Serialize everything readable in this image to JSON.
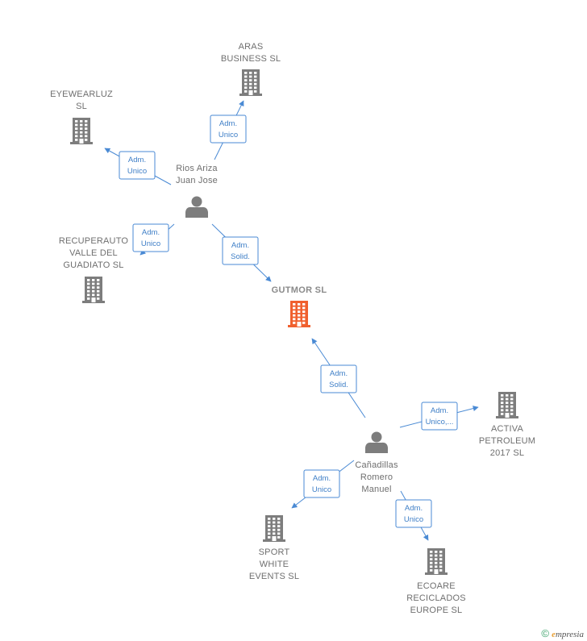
{
  "nodes": [
    {
      "id": "aras",
      "kind": "company",
      "label": [
        "ARAS",
        "BUSINESS  SL"
      ]
    },
    {
      "id": "eyewear",
      "kind": "company",
      "label": [
        "EYEWEARLUZ",
        "SL"
      ]
    },
    {
      "id": "rios",
      "kind": "person",
      "label": [
        "Rios Ariza",
        "Juan Jose"
      ]
    },
    {
      "id": "recuperauto",
      "kind": "company",
      "label": [
        "RECUPERAUTO",
        "VALLE DEL",
        "GUADIATO SL"
      ]
    },
    {
      "id": "gutmor",
      "kind": "company",
      "main": true,
      "label": [
        "GUTMOR  SL"
      ]
    },
    {
      "id": "canadillas",
      "kind": "person",
      "label": [
        "Cañadillas",
        "Romero",
        "Manuel"
      ]
    },
    {
      "id": "activa",
      "kind": "company",
      "label": [
        "ACTIVA",
        "PETROLEUM",
        "2017  SL"
      ]
    },
    {
      "id": "sport",
      "kind": "company",
      "label": [
        "SPORT",
        "WHITE",
        "EVENTS SL"
      ]
    },
    {
      "id": "ecoare",
      "kind": "company",
      "label": [
        "ECOARE",
        "RECICLADOS",
        "EUROPE  SL"
      ]
    }
  ],
  "edges": [
    {
      "from": "rios",
      "to": "aras",
      "label": [
        "Adm.",
        "Unico"
      ]
    },
    {
      "from": "rios",
      "to": "eyewear",
      "label": [
        "Adm.",
        "Unico"
      ]
    },
    {
      "from": "rios",
      "to": "recuperauto",
      "label": [
        "Adm.",
        "Unico"
      ]
    },
    {
      "from": "rios",
      "to": "gutmor",
      "label": [
        "Adm.",
        "Solid."
      ]
    },
    {
      "from": "canadillas",
      "to": "gutmor",
      "label": [
        "Adm.",
        "Solid."
      ]
    },
    {
      "from": "canadillas",
      "to": "activa",
      "label": [
        "Adm.",
        "Unico,..."
      ]
    },
    {
      "from": "canadillas",
      "to": "sport",
      "label": [
        "Adm.",
        "Unico"
      ]
    },
    {
      "from": "canadillas",
      "to": "ecoare",
      "label": [
        "Adm.",
        "Unico"
      ]
    }
  ],
  "colors": {
    "company": "#7d7d7d",
    "main_company": "#f0602e",
    "person": "#7d7d7d",
    "edge": "#4a8ad4",
    "label": "#6f6f6f"
  },
  "footer": {
    "copyright": "©",
    "brand_initial": "e",
    "brand_rest": "mpresia"
  }
}
